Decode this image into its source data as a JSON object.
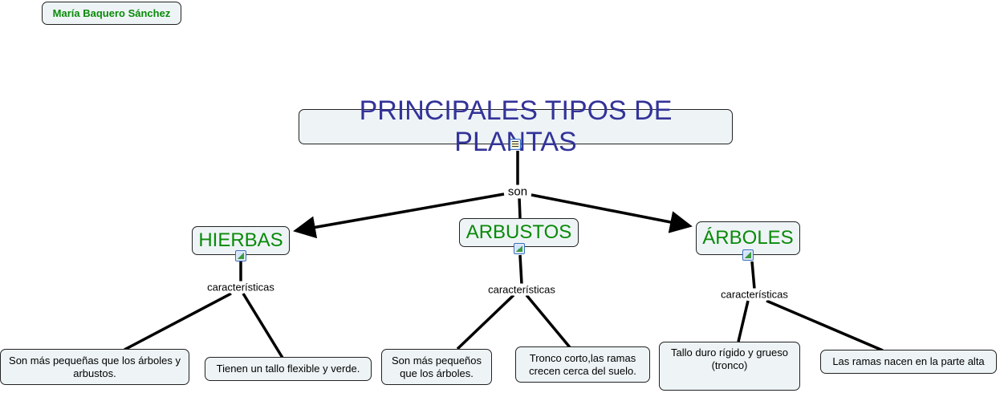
{
  "author": "María Baquero Sánchez",
  "title": "PRINCIPALES TIPOS DE PLANTAS",
  "link_son": "son",
  "categories": [
    {
      "label": "HIERBAS",
      "link": "características",
      "facts": [
        "Son más pequeñas que los árboles y arbustos.",
        "Tienen un tallo flexible y verde."
      ]
    },
    {
      "label": "ARBUSTOS",
      "link": "características",
      "facts": [
        "Son más pequeños que los árboles.",
        "Tronco corto,las ramas crecen cerca del suelo."
      ]
    },
    {
      "label": "ÁRBOLES",
      "link": "características",
      "facts": [
        "Tallo duro rígido y grueso (tronco)",
        "Las ramas nacen en la parte alta"
      ]
    }
  ],
  "colors": {
    "title": "#333399",
    "concept": "#0a8a0a",
    "node_bg": "#eef4f6"
  }
}
